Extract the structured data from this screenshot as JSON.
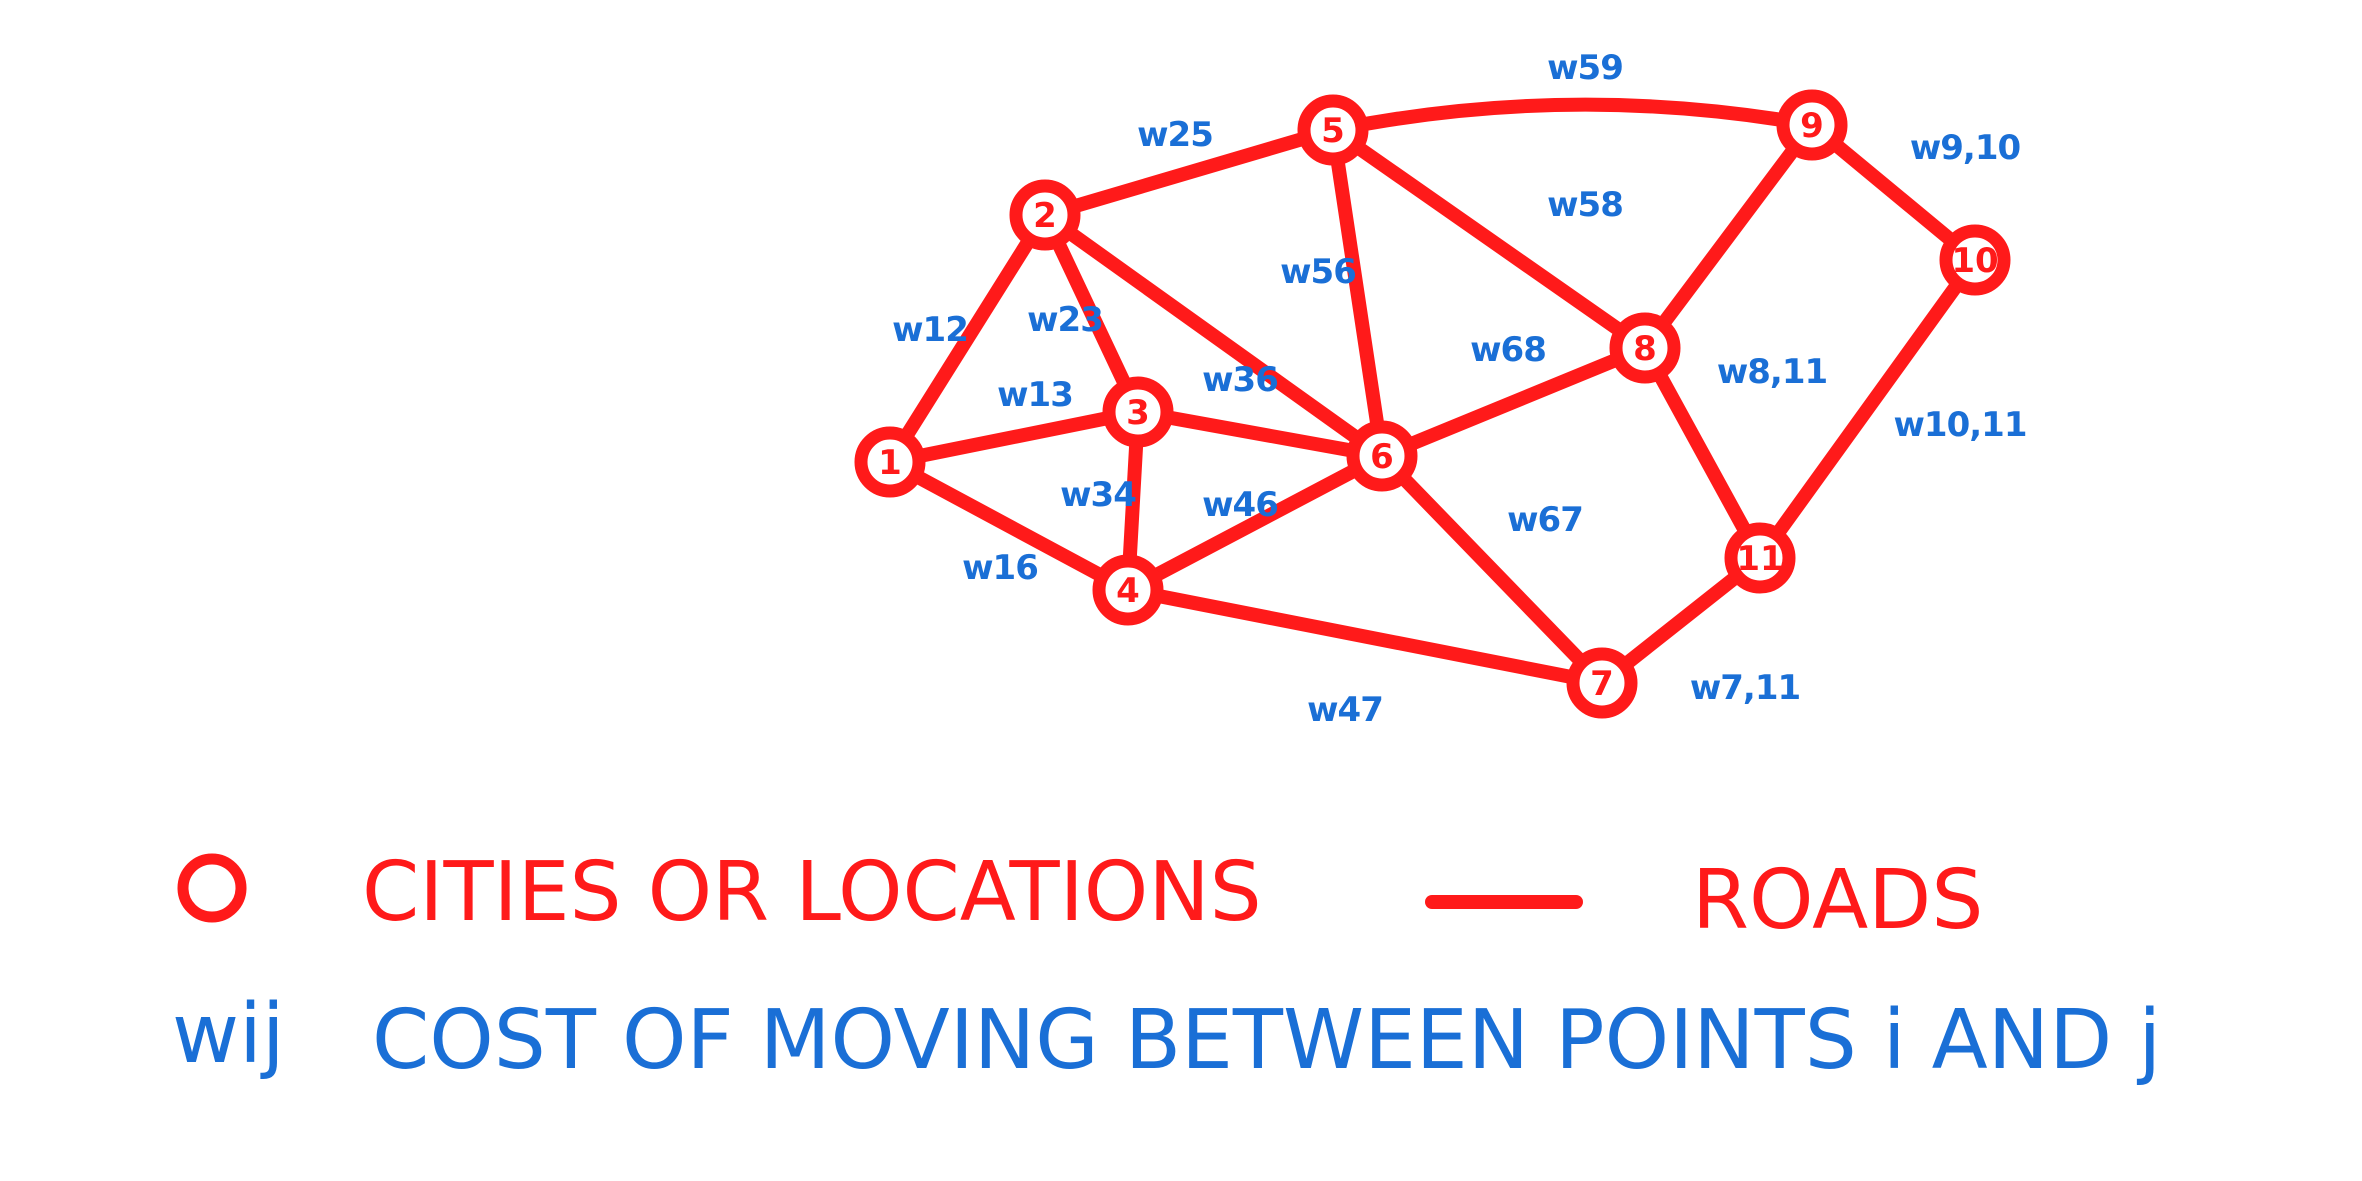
{
  "colors": {
    "road": "#ff1a1a",
    "cost": "#1a6fd6",
    "background": "#ffffff"
  },
  "nodes": [
    {
      "id": "1",
      "label": "1"
    },
    {
      "id": "2",
      "label": "2"
    },
    {
      "id": "3",
      "label": "3"
    },
    {
      "id": "4",
      "label": "4"
    },
    {
      "id": "5",
      "label": "5"
    },
    {
      "id": "6",
      "label": "6"
    },
    {
      "id": "7",
      "label": "7"
    },
    {
      "id": "8",
      "label": "8"
    },
    {
      "id": "9",
      "label": "9"
    },
    {
      "id": "10",
      "label": "10"
    },
    {
      "id": "11",
      "label": "11"
    }
  ],
  "edges": [
    {
      "from": "1",
      "to": "2",
      "weight": "w12"
    },
    {
      "from": "1",
      "to": "3",
      "weight": "w13"
    },
    {
      "from": "1",
      "to": "4",
      "weight": "w16"
    },
    {
      "from": "2",
      "to": "3",
      "weight": "w23"
    },
    {
      "from": "2",
      "to": "5",
      "weight": "w25"
    },
    {
      "from": "2",
      "to": "6",
      "weight": ""
    },
    {
      "from": "3",
      "to": "4",
      "weight": "w34"
    },
    {
      "from": "3",
      "to": "6",
      "weight": "w36"
    },
    {
      "from": "4",
      "to": "6",
      "weight": "w46"
    },
    {
      "from": "4",
      "to": "7",
      "weight": "w47"
    },
    {
      "from": "5",
      "to": "6",
      "weight": "w56"
    },
    {
      "from": "5",
      "to": "8",
      "weight": "w58"
    },
    {
      "from": "5",
      "to": "9",
      "weight": "w59"
    },
    {
      "from": "6",
      "to": "8",
      "weight": "w68"
    },
    {
      "from": "6",
      "to": "7",
      "weight": "w67"
    },
    {
      "from": "7",
      "to": "11",
      "weight": "w7,11"
    },
    {
      "from": "8",
      "to": "9",
      "weight": ""
    },
    {
      "from": "8",
      "to": "11",
      "weight": "w8,11"
    },
    {
      "from": "9",
      "to": "10",
      "weight": "w9,10"
    },
    {
      "from": "10",
      "to": "11",
      "weight": "w10,11"
    }
  ],
  "legend": {
    "cities_text": "CITIES OR LOCATIONS",
    "roads_text": "ROADS",
    "cost_symbol": "wij",
    "cost_text": "COST OF MOVING BETWEEN POINTS i AND j"
  }
}
